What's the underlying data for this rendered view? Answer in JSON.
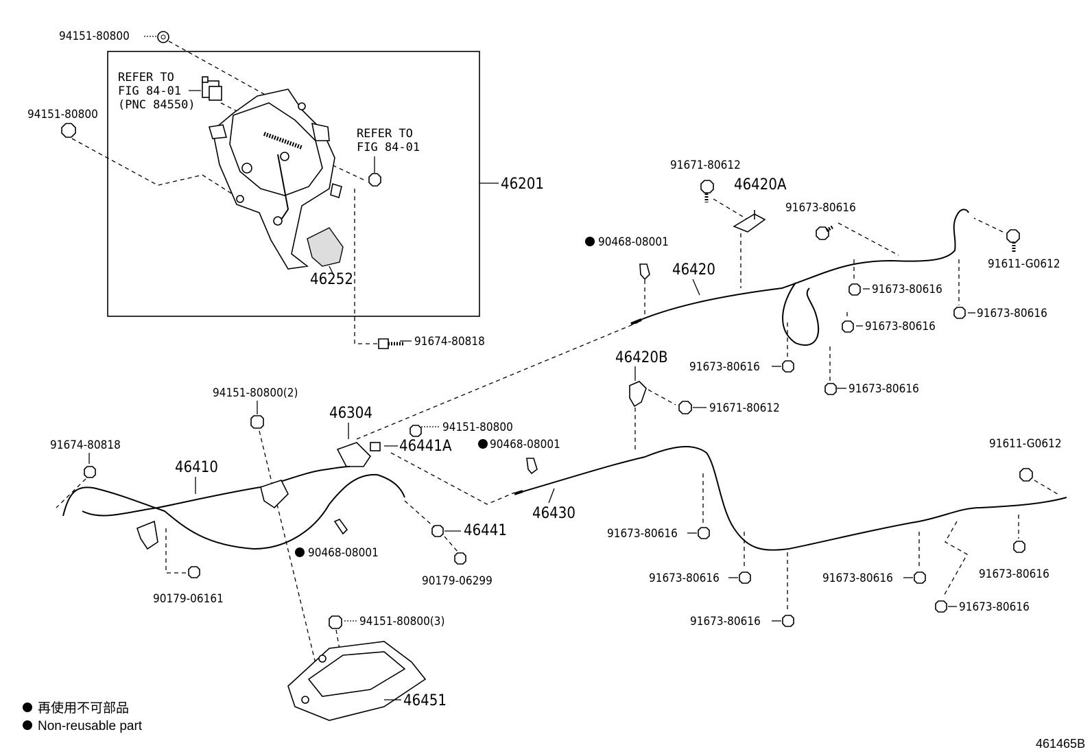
{
  "labels": {
    "assy_box": "46201",
    "pedal": "46252",
    "refer1": [
      "REFER TO",
      "FIG 84-01",
      "(PNC 84550)"
    ],
    "refer2": [
      "REFER TO",
      "FIG 84-01"
    ],
    "nut_top": "94151-80800",
    "nut_left": "94151-80800",
    "bolt_91674_a": "91674-80818",
    "bolt_91674_b": "91674-80818",
    "b91671_top": "91671-80612",
    "c46420A": "46420A",
    "clip90468_a": "90468-08001",
    "c46420": "46420",
    "b91673_1": "91673-80616",
    "b91611_a": "91611-G0612",
    "b91673_2": "91673-80616",
    "b91673_3": "91673-80616",
    "b91673_4": "91673-80616",
    "b91673_5": "91673-80616",
    "b91673_6": "91673-80616",
    "c46420B": "46420B",
    "b91671_b": "91671-80612",
    "nut94151_2": "94151-80800(2)",
    "c46304": "46304",
    "nut94151_m": "94151-80800",
    "c46441A": "46441A",
    "clip90468_b": "90468-08001",
    "b91611_b": "91611-G0612",
    "c46410": "46410",
    "c46430": "46430",
    "c46441": "46441",
    "clip90468_c": "90468-08001",
    "b90179_06299": "90179-06299",
    "b90179_06161": "90179-06161",
    "b91673_7": "91673-80616",
    "b91673_8": "91673-80616",
    "b91673_9": "91673-80616",
    "b91673_10": "91673-80616",
    "b91673_11": "91673-80616",
    "b91673_12": "91673-80616",
    "nut94151_3": "94151-80800(3)",
    "c46451": "46451",
    "legend_jp": "再使用不可部品",
    "legend_en": "Non-reusable part",
    "fig_code": "461465B"
  }
}
